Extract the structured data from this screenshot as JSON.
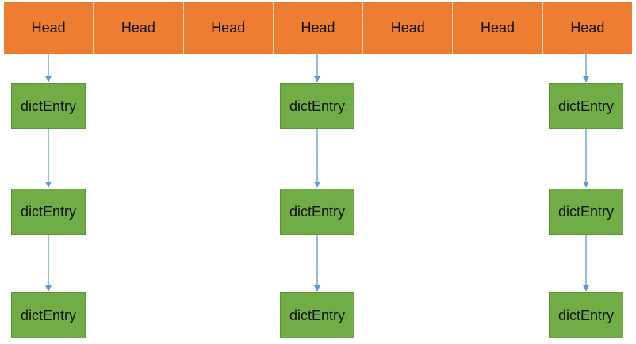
{
  "diagram": {
    "heads": [
      {
        "label": "Head"
      },
      {
        "label": "Head"
      },
      {
        "label": "Head"
      },
      {
        "label": "Head"
      },
      {
        "label": "Head"
      },
      {
        "label": "Head"
      },
      {
        "label": "Head"
      }
    ],
    "chains": [
      {
        "head_index": 0,
        "entries": [
          "dictEntry",
          "dictEntry",
          "dictEntry"
        ]
      },
      {
        "head_index": 3,
        "entries": [
          "dictEntry",
          "dictEntry",
          "dictEntry"
        ]
      },
      {
        "head_index": 6,
        "entries": [
          "dictEntry",
          "dictEntry",
          "dictEntry"
        ]
      }
    ],
    "colors": {
      "head_fill": "#ed7d31",
      "entry_fill": "#70ad47",
      "arrow": "#5b9bd5"
    }
  }
}
